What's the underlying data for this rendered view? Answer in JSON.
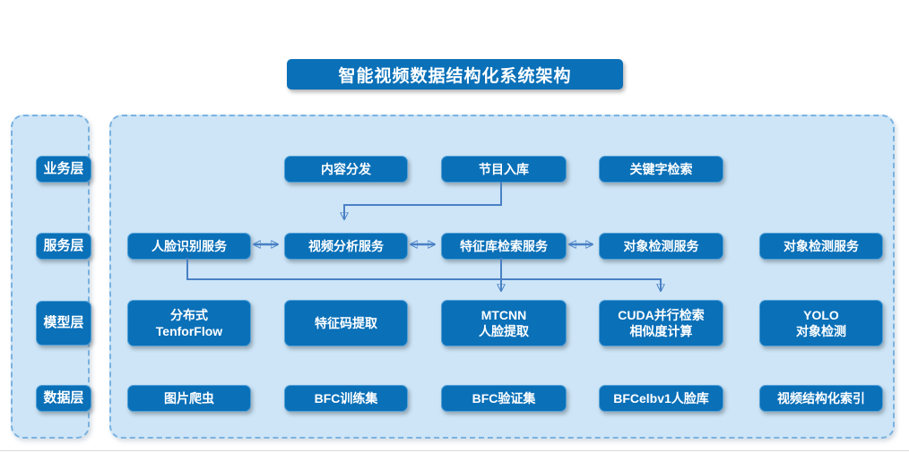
{
  "title": "智能视频数据结构化系统架构",
  "layers": [
    "业务层",
    "服务层",
    "模型层",
    "数据层"
  ],
  "rows": [
    {
      "layer": "业务层",
      "nodes": [
        "内容分发",
        "节目入库",
        "关键字检索"
      ]
    },
    {
      "layer": "服务层",
      "nodes": [
        "人脸识别服务",
        "视频分析服务",
        "特征库检索服务",
        "对象检测服务",
        "对象检测服务"
      ]
    },
    {
      "layer": "模型层",
      "nodes": [
        "分布式\nTenforFlow",
        "特征码提取",
        "MTCNN\n人脸提取",
        "CUDA并行检索\n相似度计算",
        "YOLO\n对象检测"
      ]
    },
    {
      "layer": "数据层",
      "nodes": [
        "图片爬虫",
        "BFC训练集",
        "BFC验证集",
        "BFCelbv1人脸库",
        "视频结构化索引"
      ]
    }
  ],
  "connections": [
    {
      "from": "节目入库",
      "to": "视频分析服务",
      "type": "arrow"
    },
    {
      "from": "人脸识别服务",
      "to": "视频分析服务",
      "type": "double-arrow"
    },
    {
      "from": "视频分析服务",
      "to": "特征库检索服务",
      "type": "double-arrow"
    },
    {
      "from": "特征库检索服务",
      "to": "对象检测服务",
      "type": "double-arrow"
    },
    {
      "from": "人脸识别服务",
      "to": "MTCNN人脸提取",
      "type": "arrow"
    },
    {
      "from": "特征库检索服务",
      "to": "MTCNN人脸提取",
      "type": "arrow"
    },
    {
      "from": "特征库检索服务",
      "to": "CUDA并行检索相似度计算",
      "type": "arrow"
    }
  ],
  "colors": {
    "node_blue": "#0a70b8",
    "panel_fill": "#cde5f7",
    "panel_border": "#7ab2e0",
    "arrow": "#4a80c4"
  }
}
